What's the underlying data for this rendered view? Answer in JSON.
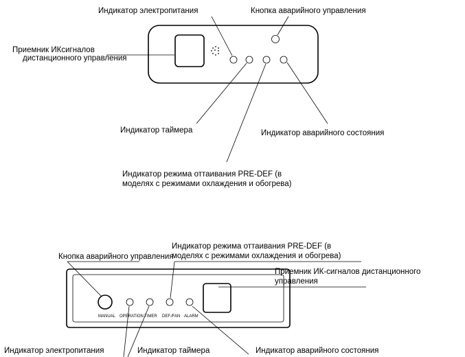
{
  "top_panel": {
    "labels": {
      "power": "Индикатор электропитания",
      "manual": "Кнопка аварийного управления",
      "receiver_line1": "Приемник ИКсигналов",
      "receiver_line2": "дистанционного управления",
      "timer": "Индикатор таймера",
      "alarm": "Индикатор аварийного состояния",
      "predef_line1": "Индикатор режима оттаивания PRE-DEF (в",
      "predef_line2": "моделях с режимами охлаждения и обогрева)"
    }
  },
  "bottom_panel": {
    "labels": {
      "manual": "Кнопка аварийного управления",
      "predef_line1": "Индикатор режима оттаивания PRE-DEF (в",
      "predef_line2": "моделях с режимами охлаждения и обогрева)",
      "receiver_line1": "Приемник ИК-сигналов дистанционного",
      "receiver_line2": "управления",
      "power": "Индикатор электропитания",
      "timer": "Индикатор таймера",
      "alarm": "Индикатор аварийного состояния"
    },
    "panel_text": {
      "manual": "MANUAL",
      "operation": "OPERATION",
      "timer": "TIMER",
      "def_fan": "DEF./FAN",
      "alarm": "ALARM"
    }
  }
}
